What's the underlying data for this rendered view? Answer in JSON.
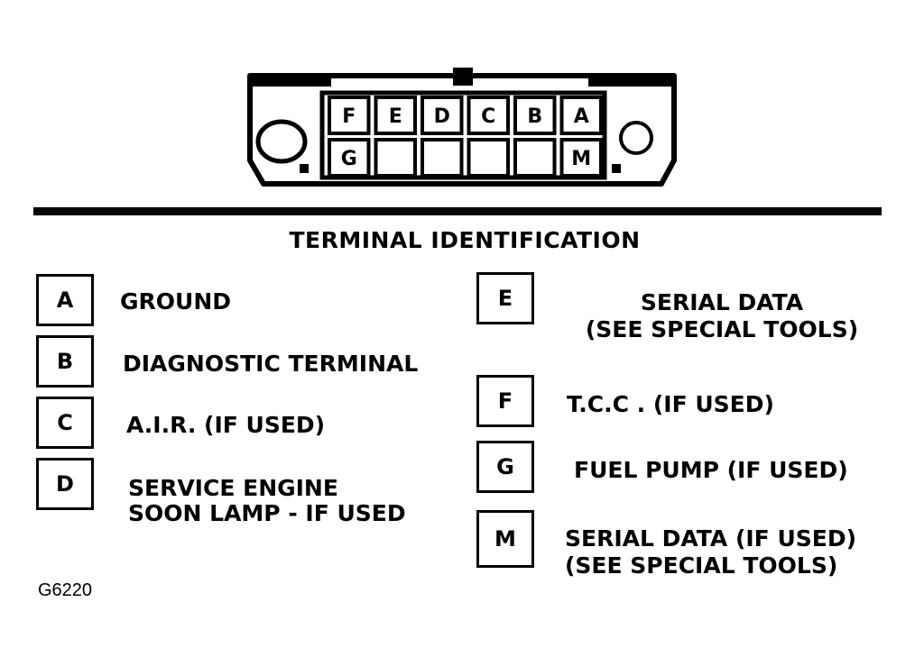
{
  "connector": {
    "top_pins": [
      "F",
      "E",
      "D",
      "C",
      "B",
      "A"
    ],
    "bottom_pins": [
      "G",
      "",
      "",
      "",
      "",
      "M"
    ]
  },
  "heading": "TERMINAL IDENTIFICATION",
  "terminals": [
    {
      "letter": "A",
      "description": [
        "GROUND"
      ]
    },
    {
      "letter": "B",
      "description": [
        "DIAGNOSTIC TERMINAL"
      ]
    },
    {
      "letter": "C",
      "description": [
        "A.I.R. (IF USED)"
      ]
    },
    {
      "letter": "D",
      "description": [
        "SERVICE ENGINE",
        "SOON LAMP - IF USED"
      ]
    },
    {
      "letter": "E",
      "description": [
        "SERIAL DATA",
        "(SEE SPECIAL TOOLS)"
      ]
    },
    {
      "letter": "F",
      "description": [
        "T.C.C . (IF USED)"
      ]
    },
    {
      "letter": "G",
      "description": [
        "FUEL PUMP  (IF USED)"
      ]
    },
    {
      "letter": "M",
      "description": [
        "SERIAL DATA (IF USED)",
        "(SEE SPECIAL TOOLS)"
      ]
    }
  ],
  "figure_id": "G6220"
}
